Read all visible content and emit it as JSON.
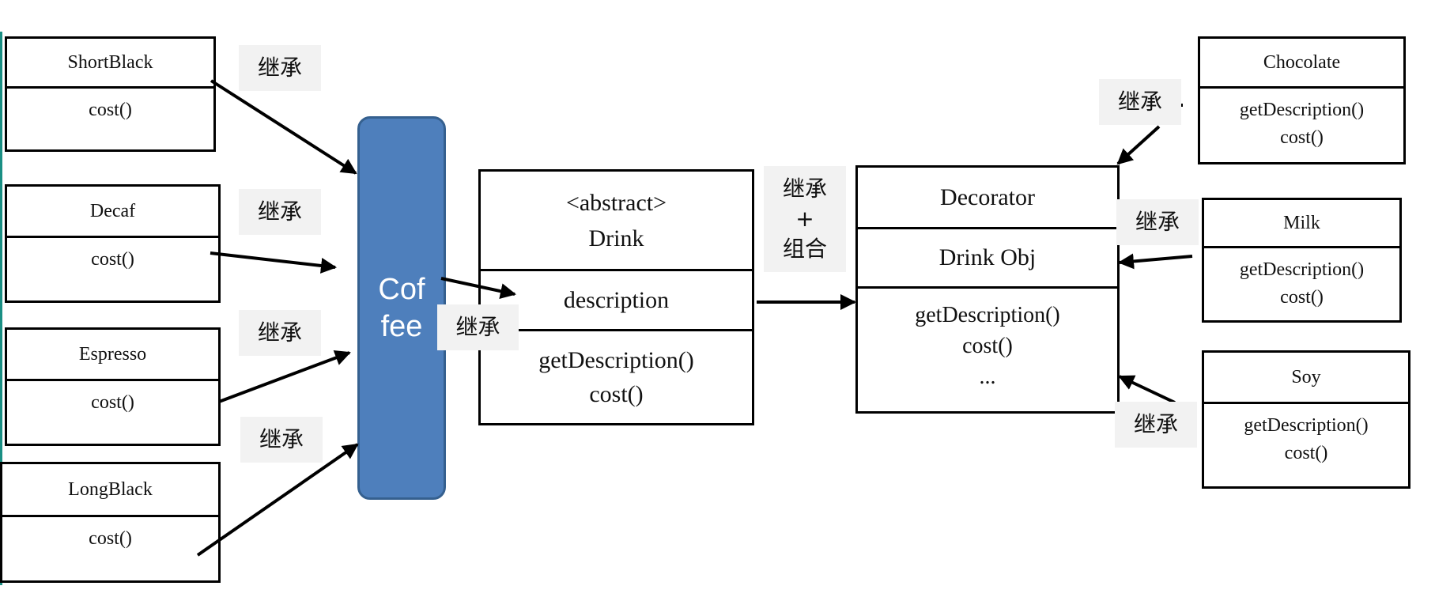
{
  "left_classes": [
    {
      "name": "ShortBlack",
      "method": "cost()"
    },
    {
      "name": "Decaf",
      "method": "cost()"
    },
    {
      "name": "Espresso",
      "method": "cost()"
    },
    {
      "name": "LongBlack",
      "method": "cost()"
    }
  ],
  "coffee_label": "Cof\nfee",
  "drink": {
    "stereotype": "<abstract>",
    "name": "Drink",
    "attribute": "description",
    "method_1": "getDescription()",
    "method_2": "cost()"
  },
  "decorator": {
    "name": "Decorator",
    "field": "Drink Obj",
    "method_1": "getDescription()",
    "method_2": "cost()",
    "ellipsis": "..."
  },
  "condiments": [
    {
      "name": "Chocolate",
      "method_1": "getDescription()",
      "method_2": "cost()"
    },
    {
      "name": "Milk",
      "method_1": "getDescription()",
      "method_2": "cost()"
    },
    {
      "name": "Soy",
      "method_1": "getDescription()",
      "method_2": "cost()"
    }
  ],
  "labels": {
    "inherit": "继承",
    "inherit_compose": "继承\n+\n组合"
  },
  "colors": {
    "coffee_fill": "#4e7fbc",
    "label_bg": "#f2f2f2",
    "line": "#000000"
  }
}
